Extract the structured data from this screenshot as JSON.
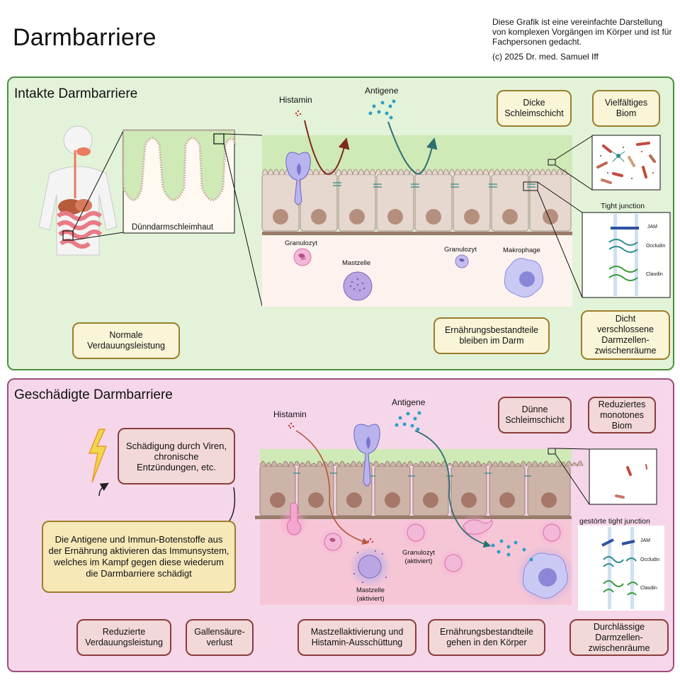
{
  "header": {
    "title": "Darmbarriere",
    "note": "Diese Grafik ist eine vereinfachte Darstellung von komplexen Vorgängen im Körper und ist für Fachpersonen gedacht.",
    "copyright": "(c) 2025 Dr. med. Samuel Iff"
  },
  "intact": {
    "title": "Intakte Darmbarriere",
    "mucosa_label": "Dünndarmschleimhaut",
    "histamin": "Histamin",
    "antigene": "Antigene",
    "granulozyt_1": "Granulozyt",
    "granulozyt_2": "Granulozyt",
    "mastzelle": "Mastzelle",
    "makrophage": "Makrophage",
    "tight_junction": "Tight junction",
    "jam": "JAM",
    "occludin": "Occludin",
    "claudin": "Claudin",
    "box_mucus": "Dicke Schleimschicht",
    "box_biom": "Vielfältiges Biom",
    "box_digestion": "Normale Verdauungsleistung",
    "box_nutrients": "Ernährungsbestandteile bleiben im Darm",
    "box_junctions": "Dicht verschlossene Darmzellen-zwischenräume"
  },
  "damaged": {
    "title": "Geschädigte Darmbarriere",
    "histamin": "Histamin",
    "antigene": "Antigene",
    "granulozyt": "Granulozyt (aktiviert)",
    "mastzelle": "Mastzelle (aktiviert)",
    "tight_junction": "gestörte tight junction",
    "jam": "JAM",
    "occludin": "Occludin",
    "claudin": "Claudin",
    "box_mucus": "Dünne Schleimschicht",
    "box_biom": "Reduziertes monotones Biom",
    "box_cause": "Schädigung durch Viren, chronische Entzündungen, etc.",
    "box_cycle": "Die Antigene und Immun-Botenstoffe aus der Ernährung aktivieren das Immunsystem, welches im Kampf gegen diese wiederum die Darmbarriere schädigt",
    "box_digestion": "Reduzierte Verdauungsleistung",
    "box_bile": "Gallensäure-verlust",
    "box_mast": "Mastzellaktivierung und Histamin-Ausschüttung",
    "box_nutrients": "Ernährungsbestandteile gehen in den Körper",
    "box_junctions": "Durchlässige Darmzellen-zwischenräume"
  }
}
